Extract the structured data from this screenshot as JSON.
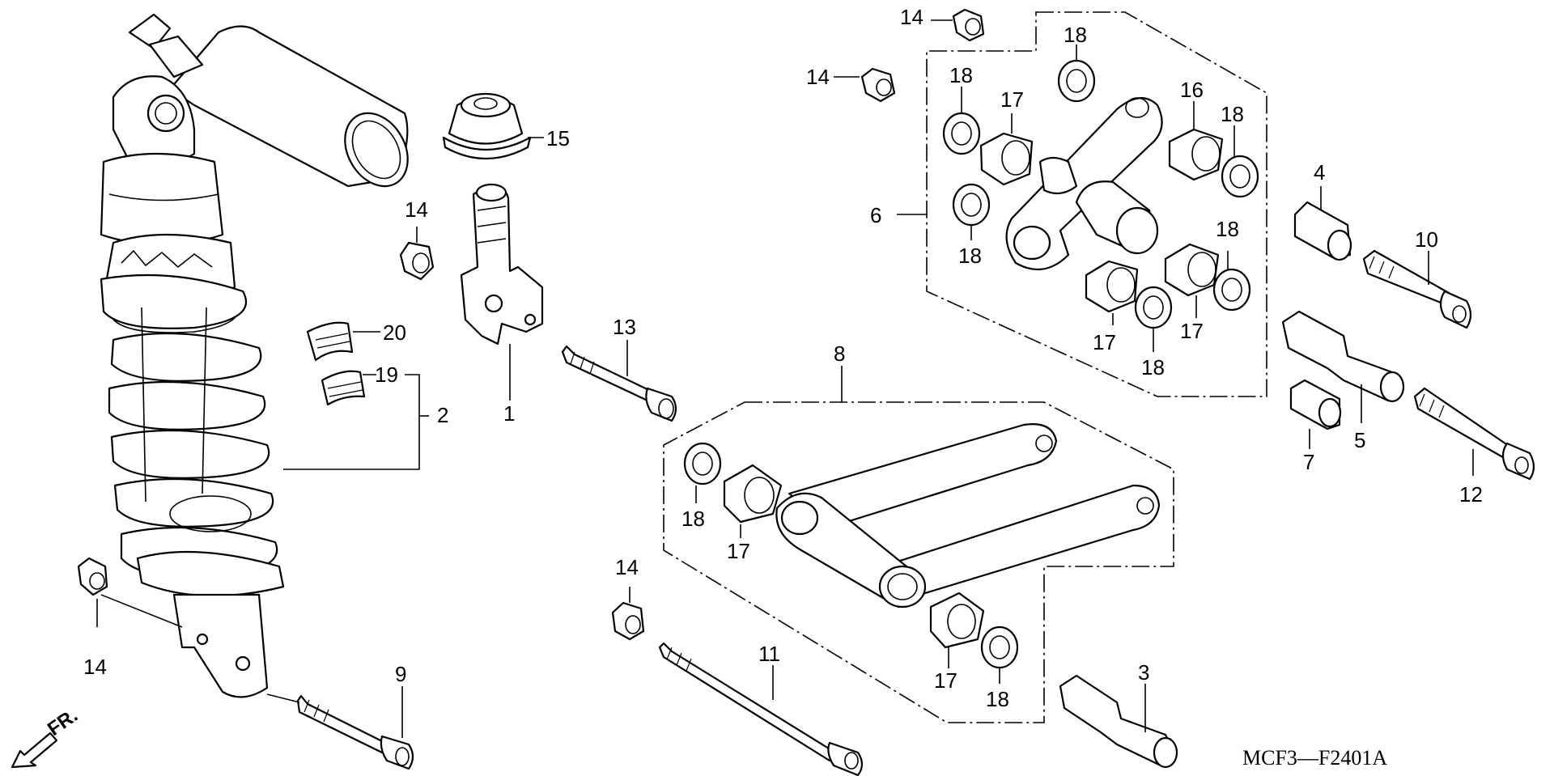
{
  "diagram_code": "MCF3—F2401A",
  "front_marker": "FR.",
  "callouts": {
    "c1": "1",
    "c2": "2",
    "c3": "3",
    "c4": "4",
    "c5": "5",
    "c6": "6",
    "c7": "7",
    "c8": "8",
    "c9": "9",
    "c10": "10",
    "c11": "11",
    "c12": "12",
    "c13": "13",
    "c14": "14",
    "c15": "15",
    "c16": "16",
    "c17": "17",
    "c18": "18",
    "c19": "19",
    "c20": "20"
  },
  "colors": {
    "line": "#000000",
    "background": "#ffffff"
  }
}
